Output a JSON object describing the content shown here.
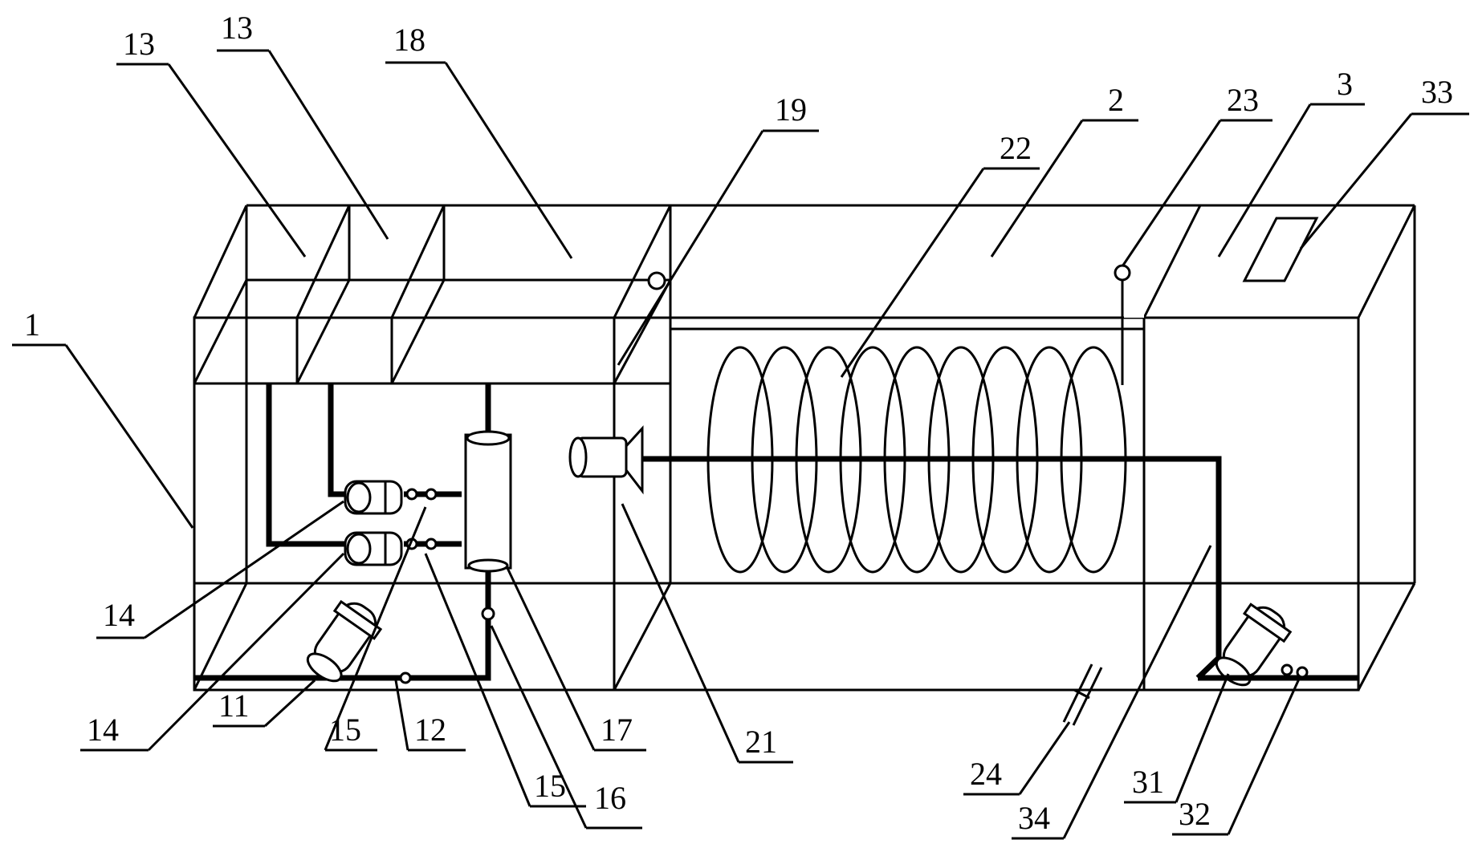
{
  "labels": {
    "l1": "1",
    "l2": "2",
    "l3": "3",
    "l11": "11",
    "l12": "12",
    "l13a": "13",
    "l13b": "13",
    "l14a": "14",
    "l14b": "14",
    "l15a": "15",
    "l15b": "15",
    "l16": "16",
    "l17": "17",
    "l18": "18",
    "l19": "19",
    "l21": "21",
    "l22": "22",
    "l23": "23",
    "l24": "24",
    "l31": "31",
    "l32": "32",
    "l33": "33",
    "l34": "34"
  }
}
